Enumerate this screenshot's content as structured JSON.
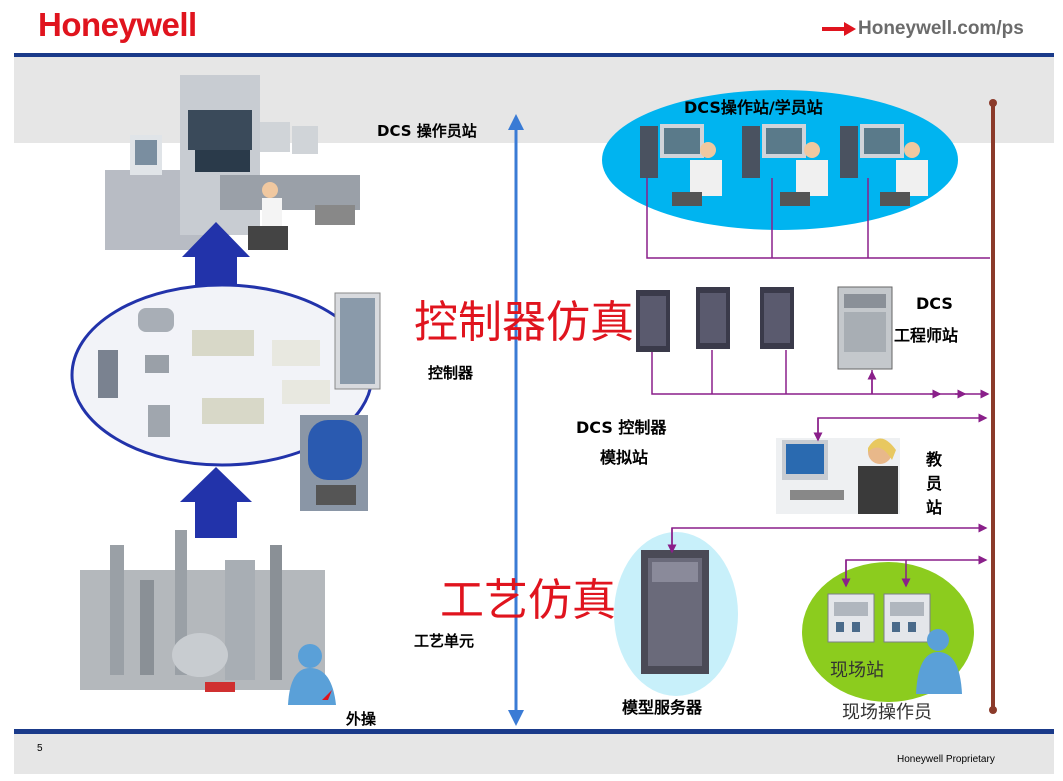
{
  "header": {
    "logo_text": "Honeywell",
    "site_link": "Honeywell.com/ps"
  },
  "labels": {
    "dcs_operator_station": "DCS 操作员站",
    "controller": "控制器",
    "process_unit": "工艺单元",
    "field_operator_outside": "外操",
    "dcs_station_student": "DCS操作站/学员站",
    "controller_simulation": "控制器仿真",
    "dcs_engineer_line1": "DCS",
    "dcs_engineer_line2": "工程师站",
    "dcs_controller_sim_line1": "DCS 控制器",
    "dcs_controller_sim_line2": "模拟站",
    "instructor_station": [
      "教",
      "员",
      "站"
    ],
    "process_simulation": "工艺仿真",
    "model_server": "模型服务器",
    "field_station": "现场站",
    "field_operator": "现场操作员"
  },
  "footer": {
    "page_number": "5",
    "proprietary": "Honeywell Proprietary"
  },
  "colors": {
    "brand_red": "#e0141e",
    "rule_blue": "#1a3a8a",
    "bus_brown": "#8b3a2a",
    "link_purple": "#8a1f8a",
    "arrow_blue": "#3a7bd5",
    "ellipse_cyan": "#00b4f0",
    "ellipse_green": "#8ccc1e",
    "ellipse_light_cyan": "#c8f0fa",
    "flow_arrow": "#2233aa"
  }
}
